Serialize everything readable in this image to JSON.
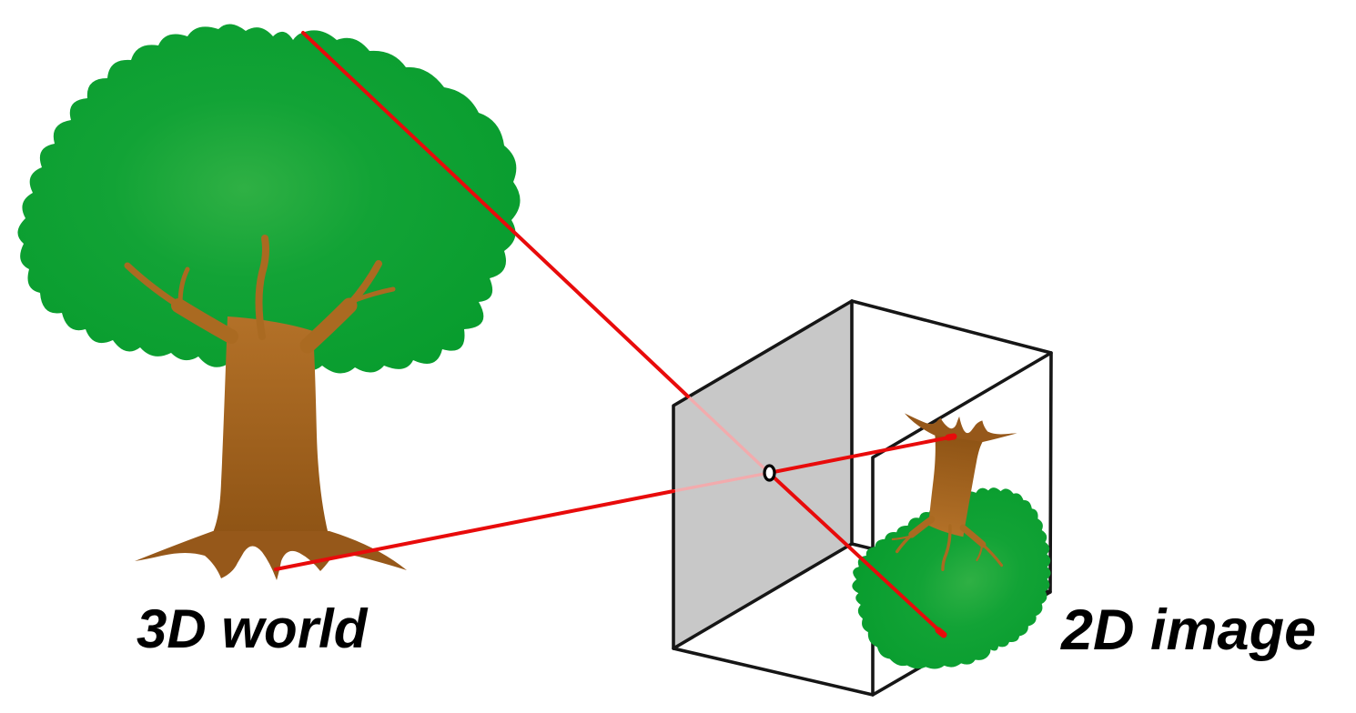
{
  "scene": {
    "world_label": "3D world",
    "image_label": "2D image"
  },
  "colors": {
    "background": "#ffffff",
    "label_text": "#000000",
    "ray_red": "#e80b0b",
    "ray_red_faint": "#f2abad",
    "box_edge": "#161616",
    "box_face_gray": "#c8c8c8",
    "foliage_light": "#2fb044",
    "foliage_mid": "#12a336",
    "foliage_dark": "#079c2d",
    "trunk_light": "#b37128",
    "trunk_dark": "#8f5415",
    "branch_brown": "#aa6a21",
    "root_brown": "#96581a",
    "pinhole_fill": "#ffffff",
    "pinhole_ring": "#000000"
  },
  "objects": {
    "world_tree": "tree in the 3D world",
    "camera_box": "pinhole camera box",
    "front_face": "translucent gray face with pinhole",
    "pinhole": "pinhole aperture",
    "projected_image": "inverted tree image on back face",
    "ray_top": "light ray from tree top through pinhole to image bottom",
    "ray_bottom": "light ray from tree base through pinhole to image top"
  }
}
